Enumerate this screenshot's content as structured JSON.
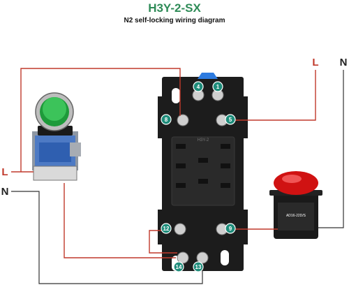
{
  "header": {
    "title": "H3Y-2-SX",
    "subtitle": "N2 self-locking wiring diagram"
  },
  "colors": {
    "title": "#2e8b57",
    "live_wire": "#c0392b",
    "neutral_wire": "#333333",
    "terminal_badge": "#1e8c7a",
    "relay_body": "#1c1c1c",
    "lamp": "#d01212"
  },
  "labels": {
    "live_right": "L",
    "neutral_right": "N",
    "live_left": "L",
    "neutral_left": "N"
  },
  "relay": {
    "model_text": "H3Y-2",
    "terminals": {
      "t1": "1",
      "t4": "4",
      "t5": "5",
      "t8": "8",
      "t9": "9",
      "t12": "12",
      "t13": "13",
      "t14": "14"
    }
  },
  "lamp": {
    "model_text": "AD16-22D/S"
  },
  "icons": {
    "push_button": "green-push-button-icon",
    "indicator_lamp": "red-indicator-lamp-icon",
    "relay_socket": "relay-socket-icon"
  }
}
